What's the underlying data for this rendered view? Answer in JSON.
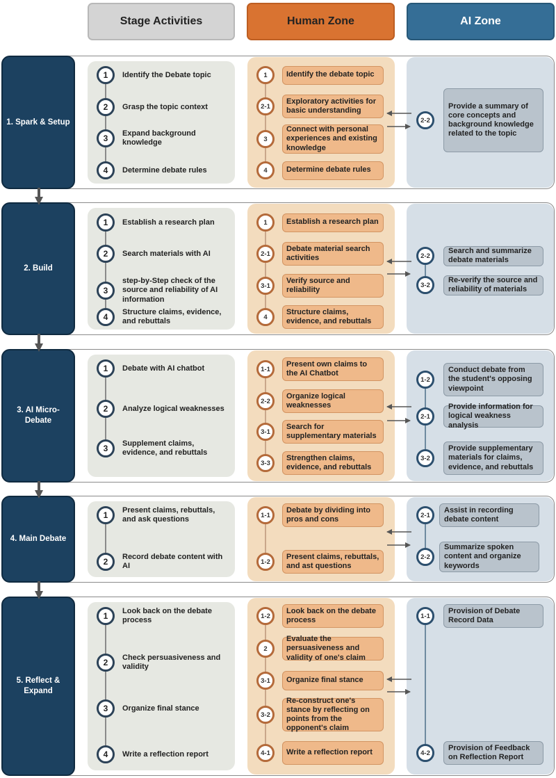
{
  "headers": {
    "stage_activities": "Stage Activities",
    "human_zone": "Human Zone",
    "ai_zone": "AI Zone"
  },
  "stages": [
    {
      "title": "1. Spark & Setup",
      "activities": [
        {
          "num": "1",
          "text": "Identify the Debate topic"
        },
        {
          "num": "2",
          "text": "Grasp the topic context"
        },
        {
          "num": "3",
          "text": "Expand background knowledge"
        },
        {
          "num": "4",
          "text": "Determine debate rules"
        }
      ],
      "human": [
        {
          "num": "1",
          "text": "Identify the debate topic"
        },
        {
          "num": "2-1",
          "text": "Exploratory activities for basic understanding"
        },
        {
          "num": "3",
          "text": "Connect with personal experiences and existing knowledge"
        },
        {
          "num": "4",
          "text": "Determine debate rules"
        }
      ],
      "ai": [
        {
          "num": "2-2",
          "text": "Provide a summary of core concepts and background knowledge related to the topic"
        }
      ]
    },
    {
      "title": "2. Build",
      "activities": [
        {
          "num": "1",
          "text": "Establish a research plan"
        },
        {
          "num": "2",
          "text": "Search materials with AI"
        },
        {
          "num": "3",
          "text": "step-by-Step check of the source and reliability of AI information"
        },
        {
          "num": "4",
          "text": "Structure claims, evidence, and rebuttals"
        }
      ],
      "human": [
        {
          "num": "1",
          "text": "Establish a research plan"
        },
        {
          "num": "2-1",
          "text": "Debate material search activities"
        },
        {
          "num": "3-1",
          "text": "Verify source and reliability"
        },
        {
          "num": "4",
          "text": "Structure claims, evidence, and rebuttals"
        }
      ],
      "ai": [
        {
          "num": "2-2",
          "text": "Search and summarize debate materials"
        },
        {
          "num": "3-2",
          "text": "Re-verify the source and reliability of materials"
        }
      ]
    },
    {
      "title": "3. AI Micro-Debate",
      "activities": [
        {
          "num": "1",
          "text": "Debate with AI chatbot"
        },
        {
          "num": "2",
          "text": "Analyze logical weaknesses"
        },
        {
          "num": "3",
          "text": "Supplement claims, evidence, and rebuttals"
        }
      ],
      "human": [
        {
          "num": "1-1",
          "text": "Present own claims to the AI Chatbot"
        },
        {
          "num": "2-2",
          "text": "Organize logical weaknesses"
        },
        {
          "num": "3-1",
          "text": "Search for supplementary materials"
        },
        {
          "num": "3-3",
          "text": "Strengthen claims, evidence, and rebuttals"
        }
      ],
      "ai": [
        {
          "num": "1-2",
          "text": "Conduct debate from the student's opposing viewpoint"
        },
        {
          "num": "2-1",
          "text": "Provide information for logical weakness analysis"
        },
        {
          "num": "3-2",
          "text": "Provide supplementary materials for claims, evidence, and rebuttals"
        }
      ]
    },
    {
      "title": "4. Main Debate",
      "activities": [
        {
          "num": "1",
          "text": "Present claims, rebuttals, and ask questions"
        },
        {
          "num": "2",
          "text": "Record debate content with AI"
        }
      ],
      "human": [
        {
          "num": "1-1",
          "text": "Debate by dividing into pros and cons"
        },
        {
          "num": "1-2",
          "text": "Present claims, rebuttals, and ast questions"
        }
      ],
      "ai": [
        {
          "num": "2-1",
          "text": "Assist in recording debate content"
        },
        {
          "num": "2-2",
          "text": "Summarize spoken content and organize keywords"
        }
      ]
    },
    {
      "title": "5. Reflect & Expand",
      "activities": [
        {
          "num": "1",
          "text": "Look back on the debate process"
        },
        {
          "num": "2",
          "text": "Check persuasiveness and validity"
        },
        {
          "num": "3",
          "text": "Organize final stance"
        },
        {
          "num": "4",
          "text": "Write a reflection report"
        }
      ],
      "human": [
        {
          "num": "1-2",
          "text": "Look back on the debate process"
        },
        {
          "num": "2",
          "text": "Evaluate the persuasiveness and validity of one's claim"
        },
        {
          "num": "3-1",
          "text": "Organize final stance"
        },
        {
          "num": "3-2",
          "text": "Re-construct one's stance by reflecting on points from the opponent's claim"
        },
        {
          "num": "4-1",
          "text": "Write a reflection report"
        }
      ],
      "ai": [
        {
          "num": "1-1",
          "text": "Provision of Debate Record Data"
        },
        {
          "num": "4-2",
          "text": "Provision of Feedback on Reflection Report"
        }
      ]
    }
  ]
}
